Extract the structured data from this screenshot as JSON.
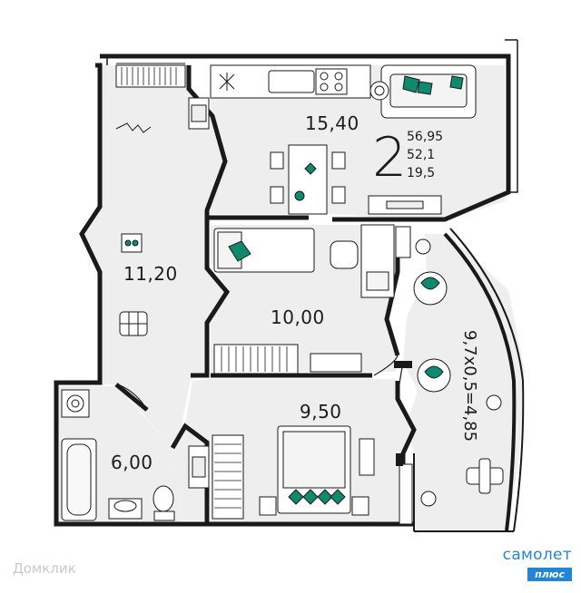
{
  "plan": {
    "room_count": "2",
    "total_area": "56,95",
    "living_area": "52,1",
    "kitchen_area": "19,5",
    "rooms": {
      "kitchen_living": "15,40",
      "hallway": "11,20",
      "bedroom_1": "10,00",
      "bedroom_2": "9,50",
      "bathroom": "6,00",
      "balcony": "9,7x0,5=4,85"
    }
  },
  "brand": {
    "name": "самолет",
    "badge": "плюс"
  },
  "watermark": "Домклик",
  "colors": {
    "floor": "#eeeeee",
    "wall": "#1a1a1a",
    "accent": "#0f8a6e",
    "brand": "#1f86d8"
  }
}
